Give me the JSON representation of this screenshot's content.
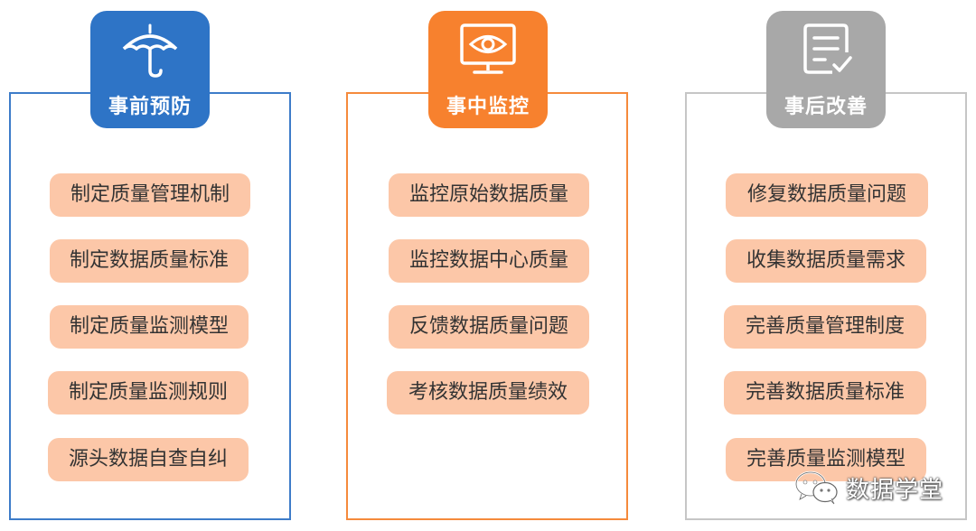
{
  "columns": [
    {
      "title": "事前预防",
      "icon": "umbrella-icon",
      "color": "#2e74c6",
      "items": [
        "制定质量管理机制",
        "制定数据质量标准",
        "制定质量监测模型",
        "制定质量监测规则",
        "源头数据自查自纠"
      ]
    },
    {
      "title": "事中监控",
      "icon": "monitor-eye-icon",
      "color": "#f7812e",
      "items": [
        "监控原始数据质量",
        "监控数据中心质量",
        "反馈数据质量问题",
        "考核数据质量绩效"
      ]
    },
    {
      "title": "事后改善",
      "icon": "document-check-icon",
      "color": "#a8a8a8",
      "items": [
        "修复数据质量问题",
        "收集数据质量需求",
        "完善质量管理制度",
        "完善数据质量标准",
        "完善质量监测模型"
      ]
    }
  ],
  "item_color": "#fcc7a8",
  "watermark": {
    "text": "数据学堂",
    "icon": "wechat-icon"
  }
}
